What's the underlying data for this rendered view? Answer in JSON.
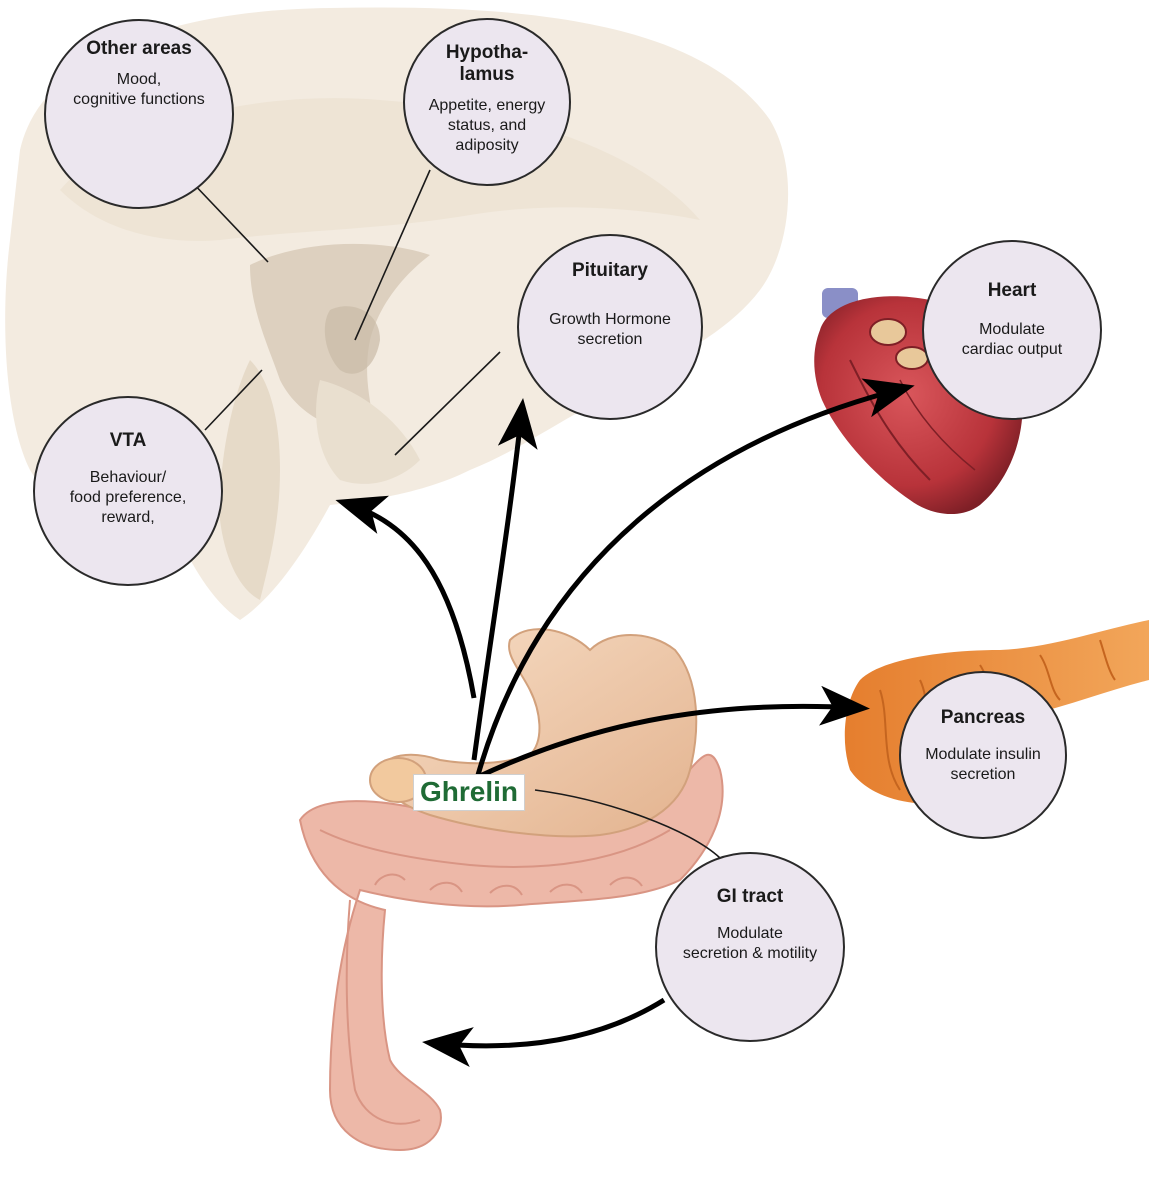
{
  "hormone": {
    "label": "Ghrelin",
    "color": "#1f6b35"
  },
  "targets": {
    "other_areas": {
      "title": "Other areas",
      "desc": "Mood,\ncognitive functions"
    },
    "hypothalamus": {
      "title": "Hypotha-\nlamus",
      "desc": "Appetite, energy\nstatus, and\nadiposity"
    },
    "pituitary": {
      "title": "Pituitary",
      "desc": "Growth Hormone\nsecretion"
    },
    "vta": {
      "title": "VTA",
      "desc": "Behaviour/\nfood preference,\nreward,"
    },
    "heart": {
      "title": "Heart",
      "desc": "Modulate\ncardiac output"
    },
    "pancreas": {
      "title": "Pancreas",
      "desc": "Modulate insulin\nsecretion"
    },
    "gi_tract": {
      "title": "GI tract",
      "desc": "Modulate\nsecretion & motility"
    }
  },
  "colors": {
    "bubble_fill": "#ece6ef",
    "brain": "#f3ebe0",
    "heart": "#b8333a",
    "pancreas": "#e8923c",
    "stomach": "#f0c9a8",
    "intestine": "#edb8a8",
    "arrow": "#000000"
  }
}
